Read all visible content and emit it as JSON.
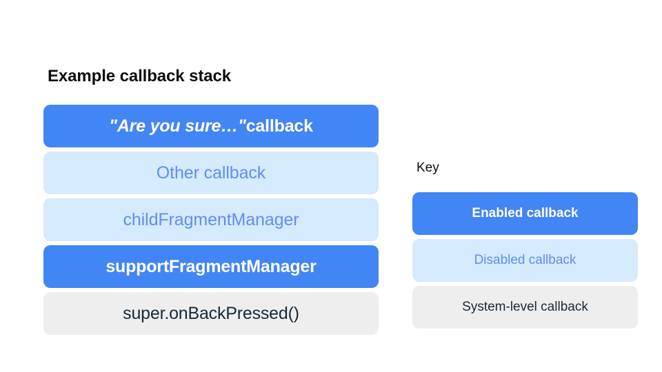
{
  "colors": {
    "background": "#ffffff",
    "enabled_bg": "#4285f4",
    "enabled_text": "#ffffff",
    "disabled_bg": "#d6eafd",
    "disabled_text": "#5e8ff0",
    "system_bg": "#eeeeee",
    "system_text": "#16293b",
    "heading_text": "#0d0d0d"
  },
  "stack": {
    "title": "Example callback stack",
    "items": [
      {
        "label": "\"Are you sure…\" callback",
        "quote_part": "\"Are you sure…\"",
        "plain_part": " callback",
        "state": "enabled"
      },
      {
        "label": "Other callback",
        "state": "disabled"
      },
      {
        "label": "childFragmentManager",
        "state": "disabled"
      },
      {
        "label": "supportFragmentManager",
        "state": "enabled"
      },
      {
        "label": "super.onBackPressed()",
        "state": "system"
      }
    ]
  },
  "key": {
    "title": "Key",
    "items": [
      {
        "label": "Enabled callback",
        "state": "enabled"
      },
      {
        "label": "Disabled callback",
        "state": "disabled"
      },
      {
        "label": "System-level callback",
        "state": "system"
      }
    ]
  }
}
